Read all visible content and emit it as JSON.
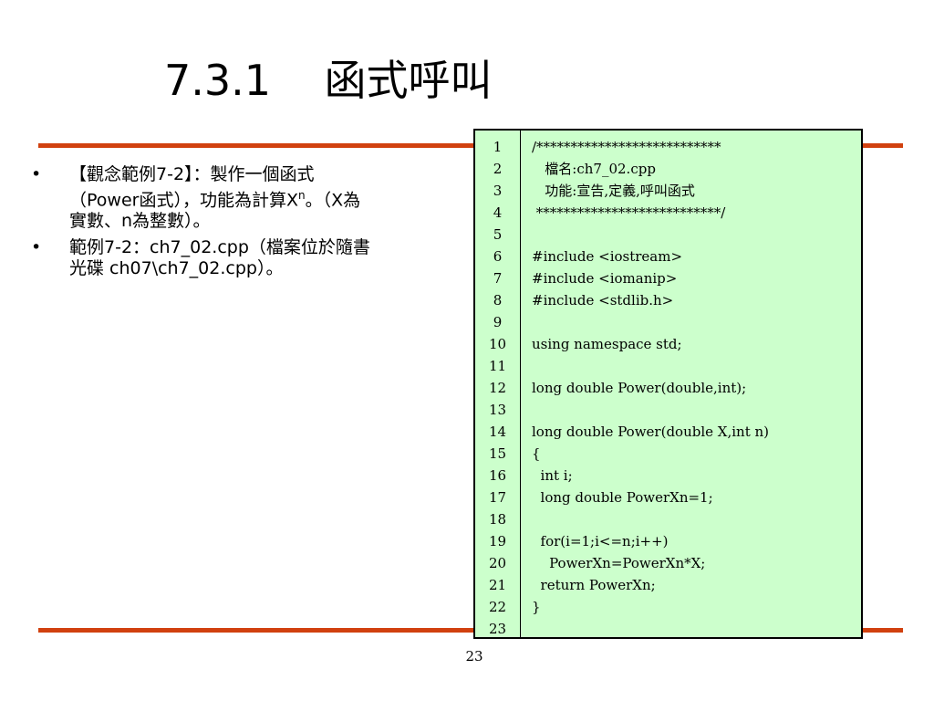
{
  "slide": {
    "title": "7.3.1    函式呼叫",
    "page_number": "23"
  },
  "bullets": [
    {
      "marker": "•",
      "text": "【觀念範例7-2】：製作一個函式（Power函式），功能為計算X",
      "sup": "n",
      "tail": "。（X為實數、n為整數）。"
    },
    {
      "marker": "•",
      "text": "範例7-2：ch7_02.cpp（檔案位於隨書光碟 ch07\\ch7_02.cpp）。"
    }
  ],
  "code": {
    "line_numbers": [
      "1",
      "2",
      "3",
      "4",
      "5",
      "6",
      "7",
      "8",
      "9",
      "10",
      "11",
      "12",
      "13",
      "14",
      "15",
      "16",
      "17",
      "18",
      "19",
      "20",
      "21",
      "22",
      "23"
    ],
    "lines": [
      "/***************************",
      "   檔名:ch7_02.cpp",
      "   功能:宣告,定義,呼叫函式",
      " ***************************/",
      "",
      "#include <iostream>",
      "#include <iomanip>",
      "#include <stdlib.h>",
      "",
      "using namespace std;",
      "",
      "long double Power(double,int);",
      "",
      "long double Power(double X,int n)",
      "{",
      "  int i;",
      "  long double PowerXn=1;",
      "",
      "  for(i=1;i<=n;i++)",
      "    PowerXn=PowerXn*X;",
      "  return PowerXn;",
      "}",
      ""
    ]
  },
  "colors": {
    "rule": "#d1410f",
    "code_background": "#ccffcc"
  }
}
